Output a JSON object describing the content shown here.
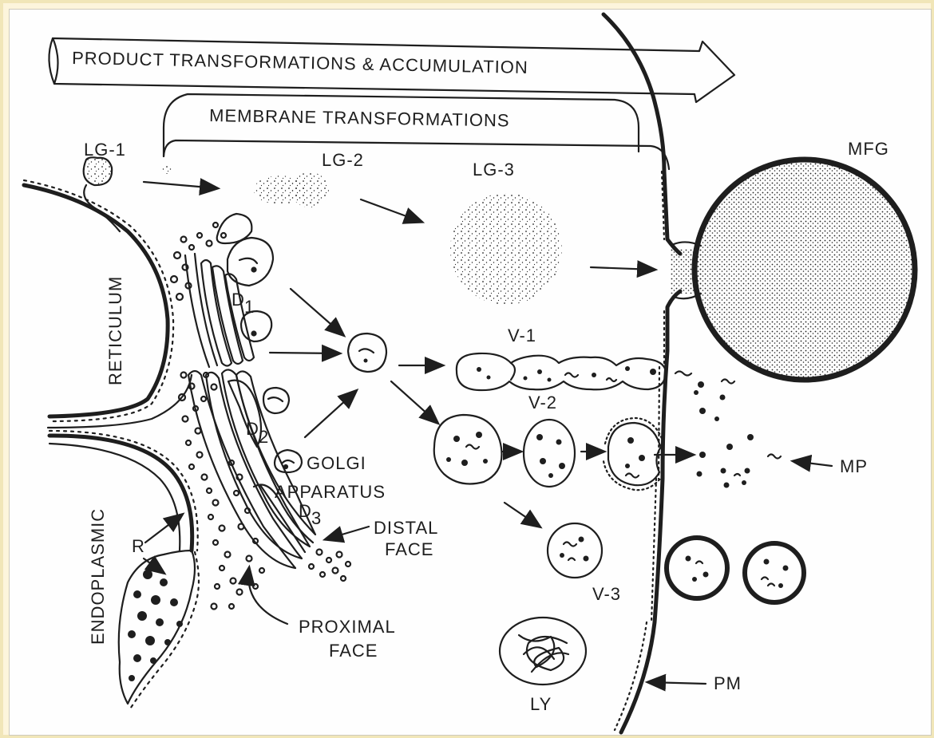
{
  "labels": {
    "product_arrow": "PRODUCT  TRANSFORMATIONS  &  ACCUMULATION",
    "membrane_bracket": "MEMBRANE  TRANSFORMATIONS",
    "lg1": "LG-1",
    "lg2": "LG-2",
    "lg3": "LG-3",
    "mfg": "MFG",
    "reticulum": "RETICULUM",
    "endoplasmic": "ENDOPLASMIC",
    "d1": "D",
    "d1_sub": "1",
    "d2": "D",
    "d2_sub": "2",
    "d3": "D",
    "d3_sub": "3",
    "golgi": "GOLGI",
    "apparatus": "APPARATUS",
    "distal_face_1": "DISTAL",
    "distal_face_2": "FACE",
    "proximal_face_1": "PROXIMAL",
    "proximal_face_2": "FACE",
    "r": "R",
    "v1": "V-1",
    "v2": "V-2",
    "v3": "V-3",
    "mp": "MP",
    "ly": "LY",
    "pm": "PM"
  }
}
